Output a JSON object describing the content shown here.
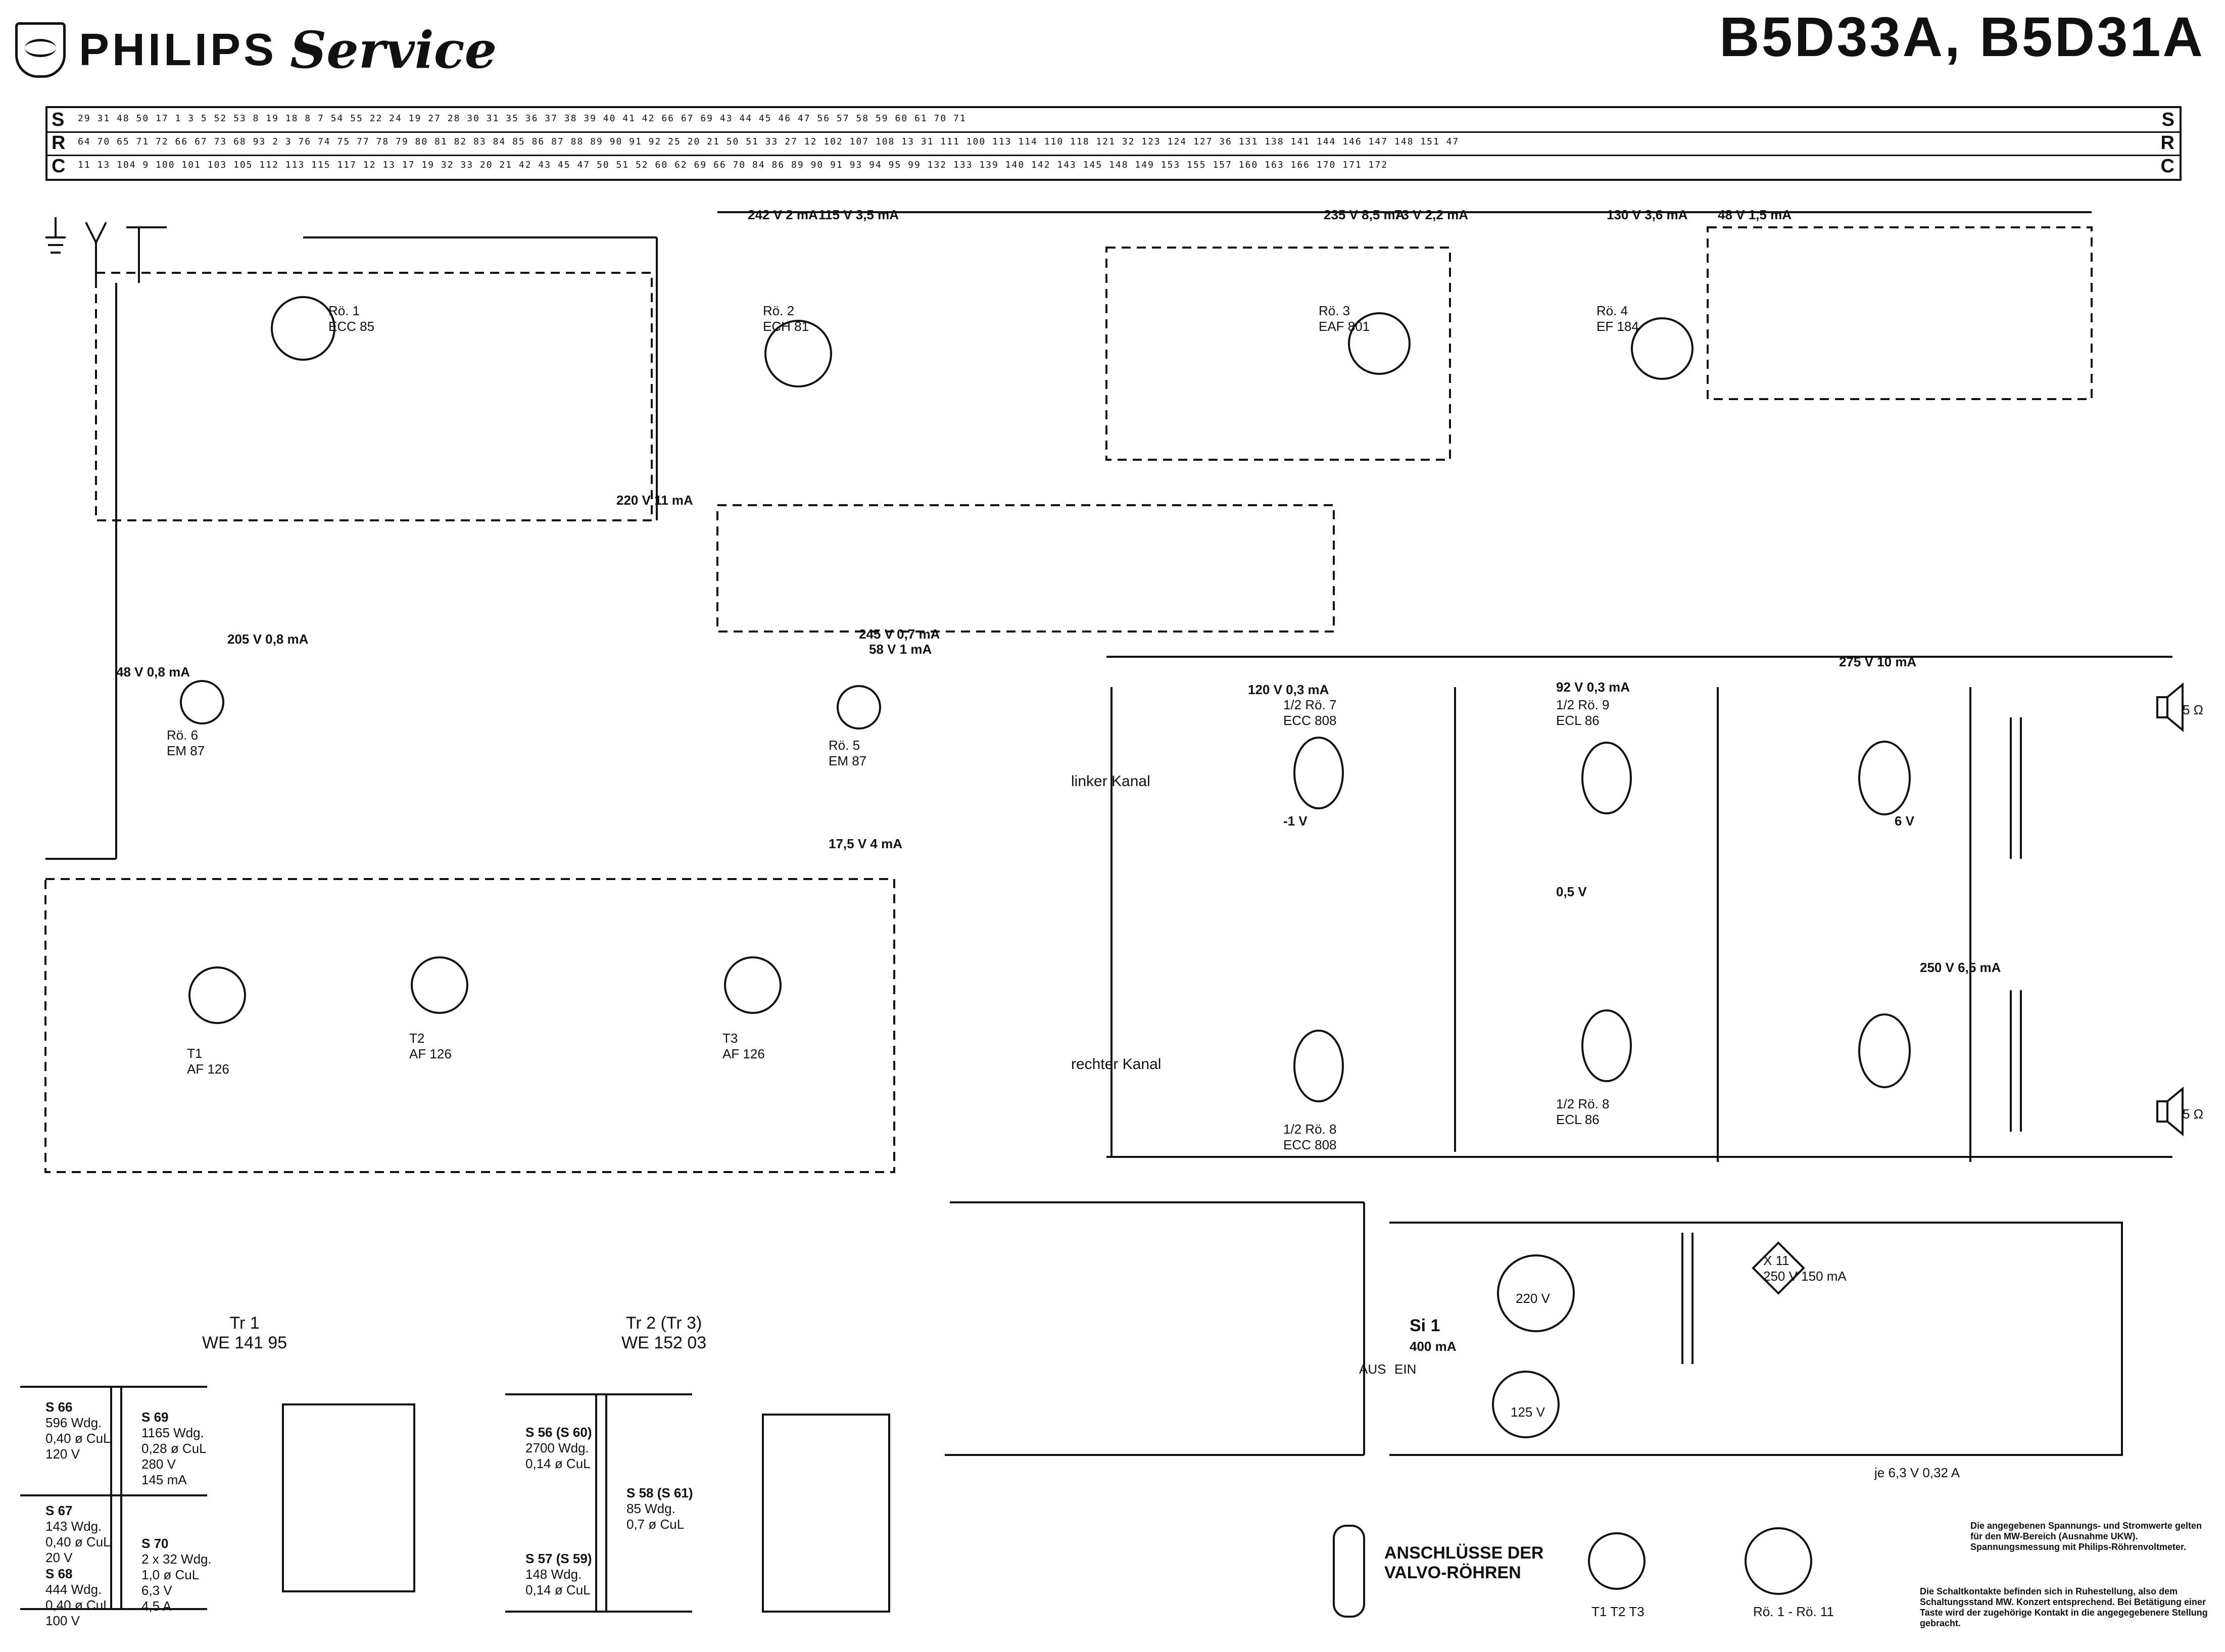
{
  "header": {
    "brand": "PHILIPS",
    "service": "Service",
    "model": "B5D33A, B5D31A"
  },
  "ruler": {
    "rows": [
      {
        "letter": "S",
        "numbers": "29 31 48 50 17 1 3 5 52 53 8 19 18 8 7 54 55 22 24 19 27 28 30 31 35 36 37 38 39 40 41 42 66 67 69 43 44 45 46 47 56 57 58 59 60 61 70 71"
      },
      {
        "letter": "R",
        "numbers": "64 70 65 71 72 66 67 73 68 93 2 3 76 74 75 77 78 79 80 81 82 83 84 85 86 87 88 89 90 91 92 25 20 21 50 51 33 27 12 102 107 108 13 31 111 100 113 114 110 118 121 32 123 124 127 36 131 138 141 144 146 147 148 151 47"
      },
      {
        "letter": "C",
        "numbers": "11 13 104 9 100 101 103 105 112 113 115 117 12 13 17 19 32 33 20 21 42 43 45 47 50 51 52 60 62 69 66 70 84 86 89 90 91 93 94 95 99 132 133 139 140 142 143 145 148 149 153 155 157 160 163 166 170 171 172"
      }
    ]
  },
  "sections": {
    "linker_kanal": "linker Kanal",
    "rechter_kanal": "rechter Kanal"
  },
  "tubes": [
    {
      "ref": "Rö. 1",
      "type": "ECC 85"
    },
    {
      "ref": "Rö. 2",
      "type": "ECH 81"
    },
    {
      "ref": "Rö. 3",
      "type": "EAF 801"
    },
    {
      "ref": "Rö. 4",
      "type": "EF 184"
    },
    {
      "ref": "Rö. 5",
      "type": "EM 87"
    },
    {
      "ref": "Rö. 6",
      "type": "EM 87"
    },
    {
      "ref": "1/2 Rö. 7",
      "type": "ECC 808"
    },
    {
      "ref": "1/2 Rö. 8",
      "type": "ECC 808"
    },
    {
      "ref": "1/2 Rö. 9",
      "type": "ECL 86"
    },
    {
      "ref": "1/2 Rö. 8",
      "type": "ECL 86"
    }
  ],
  "transistors": [
    {
      "ref": "T1",
      "type": "AF 126"
    },
    {
      "ref": "T2",
      "type": "AF 126"
    },
    {
      "ref": "T3",
      "type": "AF 126"
    }
  ],
  "voltages": [
    "242 V 2 mA",
    "115 V 3,5 mA",
    "235 V 8,5 mA",
    "73 V 2,2 mA",
    "130 V 3,6 mA",
    "48 V 1,5 mA",
    "220 V 11 mA",
    "205 V 0,8 mA",
    "48 V 0,8 mA",
    "245 V 0,7 mA",
    "58 V 1 mA",
    "17,5 V 4 mA",
    "120 V 0,3 mA",
    "92 V 0,3 mA",
    "275 V 10 mA",
    "0,5 V",
    "-1 V",
    "6 V",
    "250 V 6,5 mA"
  ],
  "transformers": [
    {
      "ref": "Tr 1",
      "part": "WE 141 95"
    },
    {
      "ref": "Tr 2 (Tr 3)",
      "part": "WE 152 03"
    }
  ],
  "windings_tr1": [
    {
      "name": "S 66",
      "lines": [
        "596 Wdg.",
        "0,40 ø CuL",
        "120 V"
      ]
    },
    {
      "name": "S 67",
      "lines": [
        "143 Wdg.",
        "0,40 ø CuL",
        "20 V"
      ]
    },
    {
      "name": "S 68",
      "lines": [
        "444 Wdg.",
        "0,40 ø CuL",
        "100 V"
      ]
    },
    {
      "name": "S 69",
      "lines": [
        "1165 Wdg.",
        "0,28 ø CuL",
        "280 V",
        "145 mA"
      ]
    },
    {
      "name": "S 70",
      "lines": [
        "2 x 32 Wdg.",
        "1,0 ø CuL",
        "6,3 V",
        "4,5 A"
      ]
    }
  ],
  "windings_tr2": [
    {
      "name": "S 56 (S 60)",
      "lines": [
        "2700 Wdg.",
        "0,14 ø CuL"
      ]
    },
    {
      "name": "S 57 (S 59)",
      "lines": [
        "148 Wdg.",
        "0,14 ø CuL"
      ]
    },
    {
      "name": "S 58 (S 61)",
      "lines": [
        "85 Wdg.",
        "0,7 ø CuL"
      ]
    }
  ],
  "power": {
    "si1": "Si 1",
    "si1_rating": "400 mA",
    "rectifier": "X 11",
    "rectifier_rating": "250 V 150 mA",
    "mains_220": "220 V",
    "mains_125": "125 V",
    "switch_aus": "AUS",
    "switch_ein": "EIN",
    "lamps": "je 6,3 V 0,32 A",
    "speaker_left": "5 Ω",
    "speaker_right": "5 Ω"
  },
  "footer": {
    "connections": "ANSCHLÜSSE DER",
    "valvo": "VALVO-RÖHREN",
    "transistor_pins": "T1  T2  T3",
    "tube_pins": "Rö. 1 - Rö. 11",
    "note1": "Die angegebenen Spannungs- und Stromwerte gelten für den MW-Bereich (Ausnahme UKW). Spannungsmessung mit Philips-Röhrenvoltmeter.",
    "note2": "Die Schaltkontakte befinden sich in Ruhestellung, also dem Schaltungsstand MW. Konzert entsprechend. Bei Betätigung einer Taste wird der zugehörige Kontakt in die angegegebenere Stellung gebracht."
  }
}
